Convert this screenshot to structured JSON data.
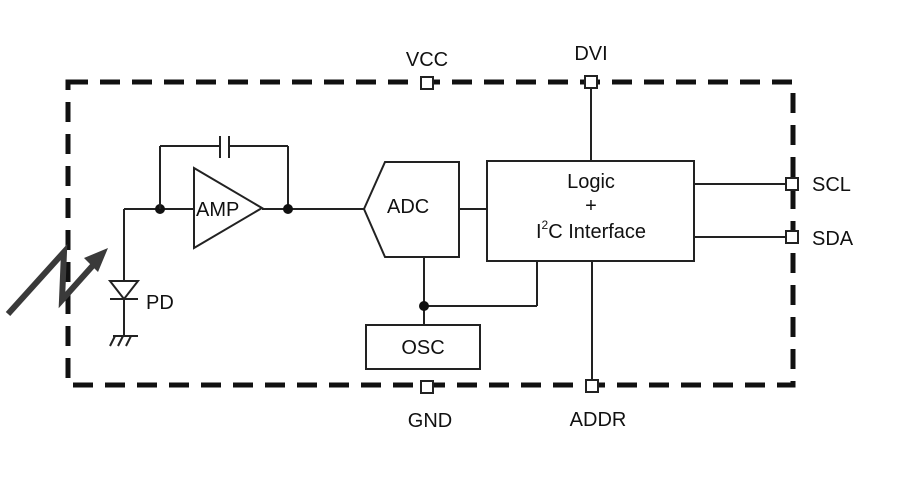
{
  "blocks": {
    "amp": "AMP",
    "adc": "ADC",
    "osc": "OSC",
    "logic_line1": "Logic",
    "logic_line2": "+",
    "logic_i": "I",
    "logic_sup": "2",
    "logic_rest": "C Interface",
    "photodiode": "PD"
  },
  "pins": {
    "vcc": "VCC",
    "dvi": "DVI",
    "scl": "SCL",
    "sda": "SDA",
    "gnd": "GND",
    "addr": "ADDR"
  }
}
